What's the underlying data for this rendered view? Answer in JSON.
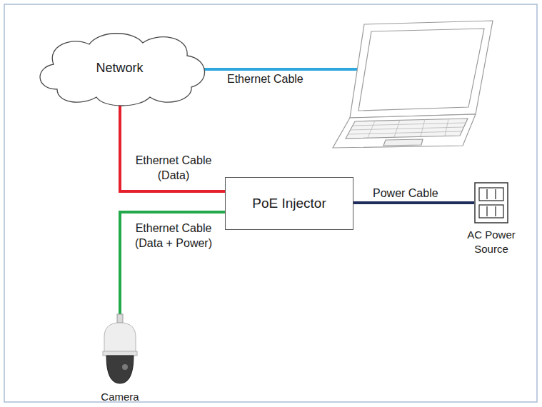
{
  "diagram": {
    "nodes": [
      {
        "text": [
          "Network"
        ]
      },
      {
        "text": [
          "PoE Injector"
        ]
      },
      {
        "text": [
          "AC Power Source"
        ]
      },
      {
        "text": [
          "Camera"
        ]
      }
    ],
    "edges": [
      {
        "from": 0,
        "to": 1,
        "arrow": "none",
        "label": "Ethernet Cable (Data)"
      },
      {
        "from": 1,
        "to": 3,
        "arrow": "none",
        "label": "Ethernet Cable (Data + Power)"
      },
      {
        "from": 1,
        "to": 2,
        "arrow": "none",
        "label": "Power Cable"
      }
    ],
    "labels": [
      "Ethernet Cable"
    ]
  }
}
